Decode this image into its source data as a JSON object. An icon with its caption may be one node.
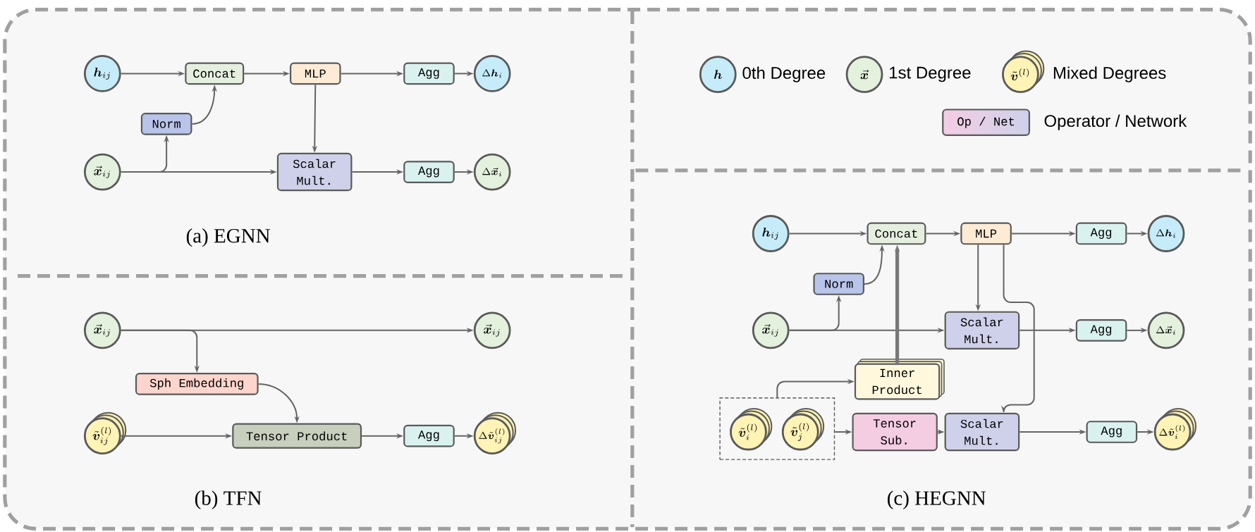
{
  "diagram": {
    "nodes": [
      {
        "text": [
          "\\bm{h}_{ij}"
        ]
      },
      {
        "text": [
          "Concat"
        ]
      },
      {
        "text": [
          "MLP"
        ]
      },
      {
        "text": [
          "Agg"
        ]
      },
      {
        "text": [
          "\\Delta \\bm{h}_i"
        ]
      },
      {
        "text": [
          "Norm"
        ]
      },
      {
        "text": [
          "\\vec{\\bm{x}}_{ij}"
        ]
      },
      {
        "text": [
          "Scalar Mult."
        ]
      },
      {
        "text": [
          "Agg"
        ]
      },
      {
        "text": [
          "\\Delta \\vec{\\bm{x}}_i"
        ]
      },
      {
        "text": [
          "\\vec{\\bm{x}}_{ij}"
        ]
      },
      {
        "text": [
          "\\vec{\\bm{x}}_{ij}"
        ]
      },
      {
        "text": [
          "Sph Embedding"
        ]
      },
      {
        "text": [
          "\\tilde{\\bm{v}}_{ij}^{(l)}"
        ]
      },
      {
        "text": [
          "Tensor Product"
        ]
      },
      {
        "text": [
          "Agg"
        ]
      },
      {
        "text": [
          "\\Delta \\tilde{\\bm{v}}_{ij}^{(l)}"
        ]
      },
      {
        "text": [
          "\\bm{h}_{ij}"
        ]
      },
      {
        "text": [
          "Concat"
        ]
      },
      {
        "text": [
          "MLP"
        ]
      },
      {
        "text": [
          "Agg"
        ]
      },
      {
        "text": [
          "\\Delta \\bm{h}_i"
        ]
      },
      {
        "text": [
          "Norm"
        ]
      },
      {
        "text": [
          "\\vec{\\bm{x}}_{ij}"
        ]
      },
      {
        "text": [
          "Scalar Mult."
        ]
      },
      {
        "text": [
          "Agg"
        ]
      },
      {
        "text": [
          "\\Delta \\vec{\\bm{x}}_i"
        ]
      },
      {
        "text": [
          "Inner Product"
        ]
      },
      {
        "text": [],
        "shape": "box"
      },
      {
        "text": [
          "\\tilde{\\bm{v}}_i^{(l)}"
        ],
        "in": 28
      },
      {
        "text": [
          "\\tilde{\\bm{v}}_j^{(l)}"
        ],
        "in": 28
      },
      {
        "text": [
          "Tensor Sub."
        ]
      },
      {
        "text": [
          "Scalar Mult."
        ]
      },
      {
        "text": [
          "Agg"
        ]
      },
      {
        "text": [
          "\\Delta \\tilde{\\bm{v}}_i^{(l)}"
        ]
      }
    ],
    "edges": [
      {
        "from": 0,
        "to": 1,
        "arrow": "to"
      },
      {
        "from": 1,
        "to": 2,
        "arrow": "to"
      },
      {
        "from": 2,
        "to": 3,
        "arrow": "to"
      },
      {
        "from": 3,
        "to": 4,
        "arrow": "to"
      },
      {
        "from": 5,
        "to": 1,
        "arrow": "to"
      },
      {
        "from": 6,
        "to": 5,
        "arrow": "to"
      },
      {
        "from": 6,
        "to": 7,
        "arrow": "to"
      },
      {
        "from": 2,
        "to": 7,
        "arrow": "to"
      },
      {
        "from": 7,
        "to": 8,
        "arrow": "to"
      },
      {
        "from": 8,
        "to": 9,
        "arrow": "to"
      },
      {
        "from": 10,
        "to": 11,
        "arrow": "to"
      },
      {
        "from": 10,
        "to": 12,
        "arrow": "to"
      },
      {
        "from": 12,
        "to": 14,
        "arrow": "to"
      },
      {
        "from": 13,
        "to": 14,
        "arrow": "to"
      },
      {
        "from": 14,
        "to": 15,
        "arrow": "to"
      },
      {
        "from": 15,
        "to": 16,
        "arrow": "to"
      },
      {
        "from": 17,
        "to": 18,
        "arrow": "to"
      },
      {
        "from": 18,
        "to": 19,
        "arrow": "to"
      },
      {
        "from": 19,
        "to": 20,
        "arrow": "to"
      },
      {
        "from": 20,
        "to": 21,
        "arrow": "to"
      },
      {
        "from": 22,
        "to": 18,
        "arrow": "to"
      },
      {
        "from": 23,
        "to": 22,
        "arrow": "to"
      },
      {
        "from": 23,
        "to": 24,
        "arrow": "to"
      },
      {
        "from": 19,
        "to": 24,
        "arrow": "to"
      },
      {
        "from": 19,
        "to": 32,
        "arrow": "to"
      },
      {
        "from": 24,
        "to": 25,
        "arrow": "to"
      },
      {
        "from": 25,
        "to": 26,
        "arrow": "to"
      },
      {
        "from": 27,
        "to": 18,
        "arrow": "to",
        "style": "thick"
      },
      {
        "from": 28,
        "to": 27,
        "arrow": "to"
      },
      {
        "from": 28,
        "to": 31,
        "arrow": "to"
      },
      {
        "from": 31,
        "to": 32,
        "arrow": "to"
      },
      {
        "from": 32,
        "to": 33,
        "arrow": "to"
      },
      {
        "from": 33,
        "to": 34,
        "arrow": "to"
      }
    ],
    "labels": [
      "\\bm{h}",
      "\\vec{\\bm{x}}",
      "\\tilde{\\bm{v}}^{(l)}",
      "Op / Net",
      "(a) EGNN",
      "(b) TFN",
      "(c) HEGNN"
    ],
    "legend": [
      {
        "text": "0th Degree",
        "color": "#c6ecfa"
      },
      {
        "text": "1st Degree",
        "color": "#e3f1dd"
      },
      {
        "text": "Mixed Degrees",
        "color": "#fff3b5"
      },
      {
        "text": "Operator / Network"
      }
    ]
  }
}
